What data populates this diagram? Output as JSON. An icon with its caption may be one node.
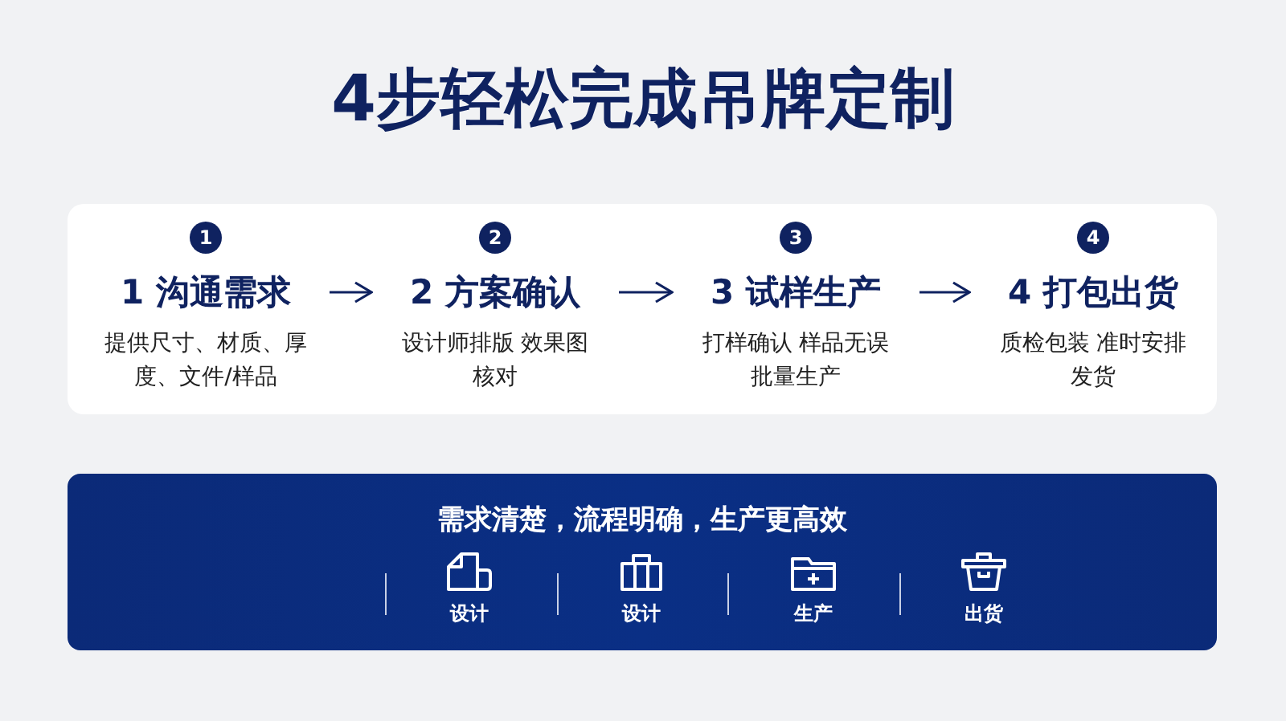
{
  "diagram": {
    "title": "4步轻松完成吊牌定制",
    "nodes": [
      {
        "text": [
          "1",
          "1 沟通需求",
          "提供尺寸、材质、厚度、文件/样品"
        ]
      },
      {
        "text": [
          "2",
          "2 方案确认",
          "设计师排版 效果图核对"
        ]
      },
      {
        "text": [
          "3",
          "3 试样生产",
          "打样确认 样品无误批量生产"
        ]
      },
      {
        "text": [
          "4",
          "4 打包出货",
          "质检包装 准时安排发货"
        ]
      },
      {
        "text": [
          "需求清楚，流程明确，生产更高效",
          "设计",
          "设计",
          "生产",
          "出货"
        ]
      }
    ],
    "edges": [
      {
        "from": 0,
        "to": 1,
        "arrow": "to"
      },
      {
        "from": 1,
        "to": 2,
        "arrow": "to"
      },
      {
        "from": 2,
        "to": 3,
        "arrow": "to"
      }
    ]
  }
}
